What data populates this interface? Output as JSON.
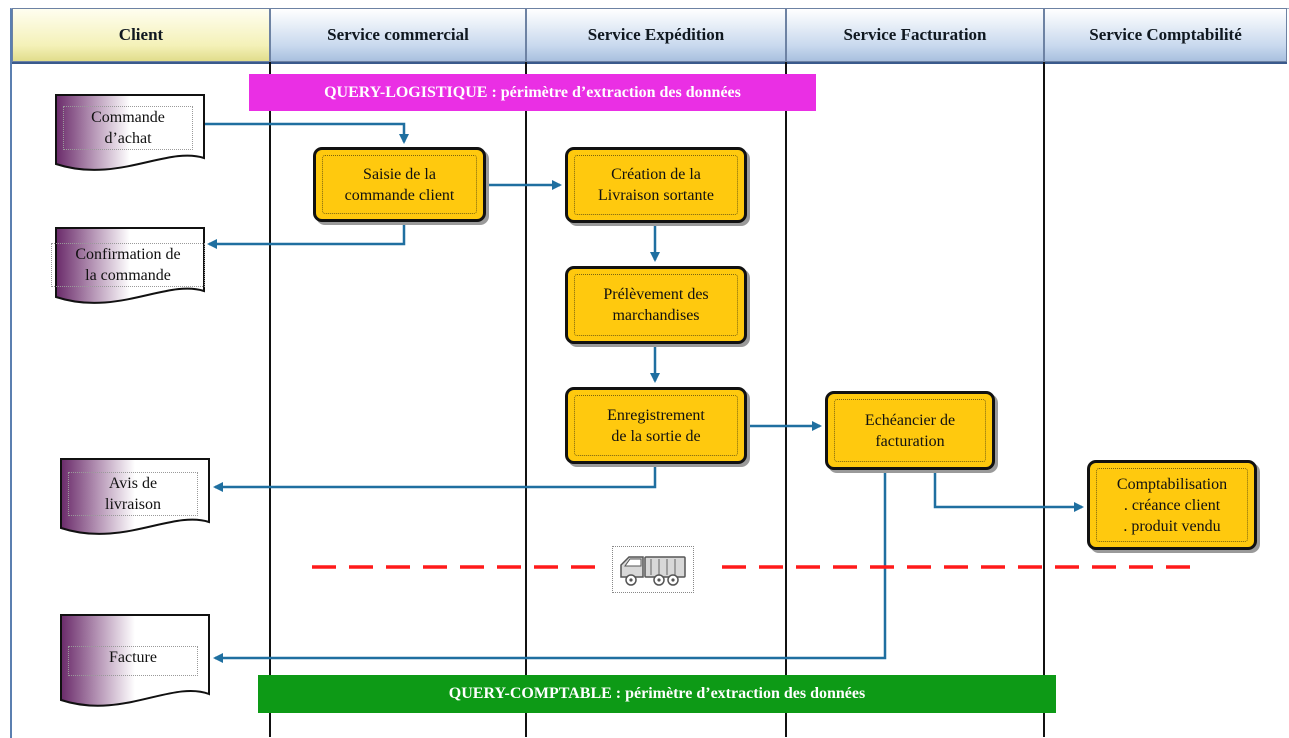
{
  "lanes": [
    {
      "title": "Client"
    },
    {
      "title": "Service commercial"
    },
    {
      "title": "Service Expédition"
    },
    {
      "title": "Service Facturation"
    },
    {
      "title": "Service  Comptabilité"
    }
  ],
  "banners": {
    "logistique": "QUERY-LOGISTIQUE : périmètre d’extraction des données",
    "comptable": "QUERY-COMPTABLE : périmètre d’extraction des données"
  },
  "documents": {
    "commande_achat": {
      "line1": "Commande",
      "line2": "d’achat"
    },
    "confirmation": {
      "line1": "Confirmation de",
      "line2": "la commande"
    },
    "avis_livraison": {
      "line1": "Avis de",
      "line2": "livraison"
    },
    "facture": {
      "line1": "Facture"
    }
  },
  "processes": {
    "saisie": {
      "line1": "Saisie de la",
      "line2": "commande client"
    },
    "creation": {
      "line1": "Création de la",
      "line2": "Livraison sortante"
    },
    "prelevement": {
      "line1": "Prélèvement des",
      "line2": "marchandises"
    },
    "enregistrement": {
      "line1": "Enregistrement",
      "line2": "de la sortie de"
    },
    "echeancier": {
      "line1": "Echéancier de",
      "line2": "facturation"
    },
    "comptabilisation": {
      "line1": "Comptabilisation",
      "line2": ". créance client",
      "line3": ". produit vendu"
    }
  },
  "icons": {
    "truck": "truck-icon"
  },
  "colors": {
    "process_fill": "#ffc90e",
    "arrow": "#1f6fa0",
    "banner_logistique": "#ea2fe4",
    "banner_comptable": "#0d9a16",
    "dashed_line": "#ff1a1a",
    "document_gradient": "#6a2a6a"
  }
}
